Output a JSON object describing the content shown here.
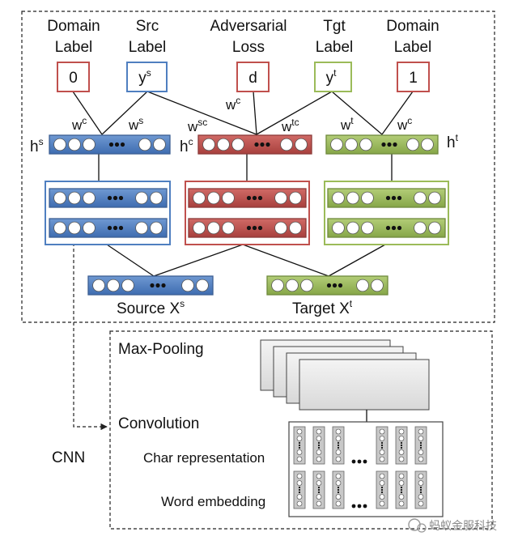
{
  "top_labels": {
    "domain_left": {
      "line1": "Domain",
      "line2": "Label",
      "value": "0"
    },
    "src": {
      "line1": "Src",
      "line2": "Label",
      "value": "y",
      "sup": "s"
    },
    "adv": {
      "line1": "Adversarial",
      "line2": "Loss",
      "value": "d"
    },
    "tgt": {
      "line1": "Tgt",
      "line2": "Label",
      "value": "y",
      "sup": "t"
    },
    "domain_right": {
      "line1": "Domain",
      "line2": "Label",
      "value": "1"
    }
  },
  "weights": {
    "wc_left": {
      "base": "w",
      "sup": "c"
    },
    "ws": {
      "base": "w",
      "sup": "s"
    },
    "wsc": {
      "base": "w",
      "sup": "sc"
    },
    "wc_mid": {
      "base": "w",
      "sup": "c"
    },
    "wtc": {
      "base": "w",
      "sup": "tc"
    },
    "wt": {
      "base": "w",
      "sup": "t"
    },
    "wc_right": {
      "base": "w",
      "sup": "c"
    }
  },
  "hidden": {
    "hs": {
      "base": "h",
      "sup": "s"
    },
    "hc": {
      "base": "h",
      "sup": "c"
    },
    "ht": {
      "base": "h",
      "sup": "t"
    }
  },
  "inputs": {
    "source": {
      "text": "Source X",
      "sup": "s"
    },
    "target": {
      "text": "Target X",
      "sup": "t"
    }
  },
  "cnn": {
    "max_pooling": "Max-Pooling",
    "convolution": "Convolution",
    "cnn_label": "CNN",
    "char_repr": "Char representation",
    "word_emb": "Word embedding"
  },
  "watermark": "蚂蚁金服科技",
  "colors": {
    "blue_fill": "#4f7fc0",
    "blue_stroke": "#3c5f93",
    "blue_light": "#a9c0e0",
    "red_fill": "#c0504d",
    "red_stroke": "#8c3a38",
    "red_light": "#e3a9a7",
    "green_fill": "#9bbb59",
    "green_stroke": "#6f8a3c",
    "green_light": "#cfdeab"
  }
}
